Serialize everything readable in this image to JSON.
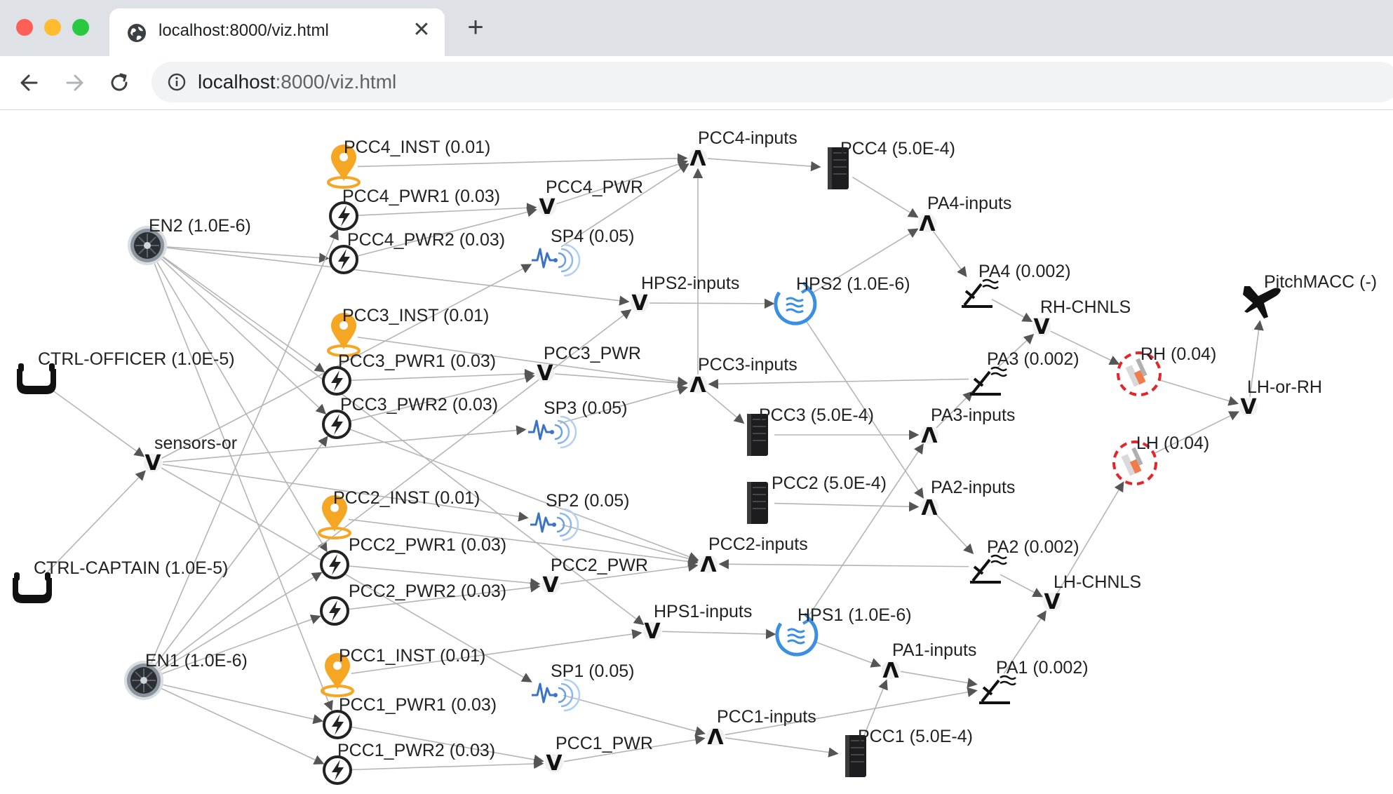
{
  "browser": {
    "tab_title": "localhost:8000/viz.html",
    "url_host": "localhost",
    "url_path": ":8000/viz.html",
    "icons": {
      "favicon": "globe-icon",
      "close": "close-icon",
      "new_tab": "plus-icon",
      "back": "back-arrow-icon",
      "forward": "forward-arrow-icon",
      "reload": "reload-icon",
      "site_info": "info-icon"
    }
  },
  "graph": {
    "nodes": [
      {
        "id": "pcc4_inst",
        "label": "PCC4_INST (0.01)",
        "icon": "pin-icon"
      },
      {
        "id": "pcc4_pwr1",
        "label": "PCC4_PWR1 (0.03)",
        "icon": "lightning-icon"
      },
      {
        "id": "pcc4_pwr2",
        "label": "PCC4_PWR2 (0.03)",
        "icon": "lightning-icon"
      },
      {
        "id": "pcc4_pwr",
        "label": "PCC4_PWR",
        "icon": "or-gate"
      },
      {
        "id": "pcc4_inputs",
        "label": "PCC4-inputs",
        "icon": "and-gate"
      },
      {
        "id": "pcc4",
        "label": "PCC4 (5.0E-4)",
        "icon": "server-icon"
      },
      {
        "id": "pa4_inputs",
        "label": "PA4-inputs",
        "icon": "and-gate"
      },
      {
        "id": "pa4",
        "label": "PA4 (0.002)",
        "icon": "actuator-icon"
      },
      {
        "id": "en2",
        "label": "EN2 (1.0E-6)",
        "icon": "engine-icon"
      },
      {
        "id": "sp4",
        "label": "SP4 (0.05)",
        "icon": "sensor-wave-icon"
      },
      {
        "id": "hps2_inputs",
        "label": "HPS2-inputs",
        "icon": "or-gate"
      },
      {
        "id": "hps2",
        "label": "HPS2 (1.0E-6)",
        "icon": "hydraulic-icon"
      },
      {
        "id": "pitchmacc",
        "label": "PitchMACC (-)",
        "icon": "airplane-icon"
      },
      {
        "id": "rh_chnls",
        "label": "RH-CHNLS",
        "icon": "or-gate"
      },
      {
        "id": "pcc3_inst",
        "label": "PCC3_INST (0.01)",
        "icon": "pin-icon"
      },
      {
        "id": "pcc3_pwr",
        "label": "PCC3_PWR",
        "icon": "or-gate"
      },
      {
        "id": "pcc3_pwr1",
        "label": "PCC3_PWR1 (0.03)",
        "icon": "lightning-icon"
      },
      {
        "id": "pcc3_inputs",
        "label": "PCC3-inputs",
        "icon": "and-gate"
      },
      {
        "id": "pa3",
        "label": "PA3 (0.002)",
        "icon": "actuator-icon"
      },
      {
        "id": "rh",
        "label": "RH (0.04)",
        "icon": "pilot-fail-icon"
      },
      {
        "id": "lh_or_rh",
        "label": "LH-or-RH",
        "icon": "or-gate"
      },
      {
        "id": "ctrl_officer",
        "label": "CTRL-OFFICER (1.0E-5)",
        "icon": "yoke-icon"
      },
      {
        "id": "pcc3_pwr2",
        "label": "PCC3_PWR2 (0.03)",
        "icon": "lightning-icon"
      },
      {
        "id": "sp3",
        "label": "SP3 (0.05)",
        "icon": "sensor-wave-icon"
      },
      {
        "id": "pcc3",
        "label": "PCC3 (5.0E-4)",
        "icon": "server-icon"
      },
      {
        "id": "pa3_inputs",
        "label": "PA3-inputs",
        "icon": "and-gate"
      },
      {
        "id": "sensors_or",
        "label": "sensors-or",
        "icon": "or-gate"
      },
      {
        "id": "lh",
        "label": "LH (0.04)",
        "icon": "pilot-fail-icon"
      },
      {
        "id": "pcc2_inst",
        "label": "PCC2_INST (0.01)",
        "icon": "pin-icon"
      },
      {
        "id": "sp2",
        "label": "SP2 (0.05)",
        "icon": "sensor-wave-icon"
      },
      {
        "id": "pcc2",
        "label": "PCC2 (5.0E-4)",
        "icon": "server-icon"
      },
      {
        "id": "pa2_inputs",
        "label": "PA2-inputs",
        "icon": "and-gate"
      },
      {
        "id": "pcc2_inputs",
        "label": "PCC2-inputs",
        "icon": "and-gate"
      },
      {
        "id": "pa2",
        "label": "PA2 (0.002)",
        "icon": "actuator-icon"
      },
      {
        "id": "pcc2_pwr1",
        "label": "PCC2_PWR1 (0.03)",
        "icon": "lightning-icon"
      },
      {
        "id": "ctrl_captain",
        "label": "CTRL-CAPTAIN (1.0E-5)",
        "icon": "yoke-icon"
      },
      {
        "id": "pcc2_pwr",
        "label": "PCC2_PWR",
        "icon": "or-gate"
      },
      {
        "id": "lh_chnls",
        "label": "LH-CHNLS",
        "icon": "or-gate"
      },
      {
        "id": "pcc2_pwr2",
        "label": "PCC2_PWR2 (0.03)",
        "icon": "lightning-icon"
      },
      {
        "id": "hps1_inputs",
        "label": "HPS1-inputs",
        "icon": "or-gate"
      },
      {
        "id": "hps1",
        "label": "HPS1 (1.0E-6)",
        "icon": "hydraulic-icon"
      },
      {
        "id": "en1",
        "label": "EN1 (1.0E-6)",
        "icon": "engine-icon"
      },
      {
        "id": "pa1_inputs",
        "label": "PA1-inputs",
        "icon": "and-gate"
      },
      {
        "id": "pcc1_inst",
        "label": "PCC1_INST (0.01)",
        "icon": "pin-icon"
      },
      {
        "id": "pa1",
        "label": "PA1 (0.002)",
        "icon": "actuator-icon"
      },
      {
        "id": "sp1",
        "label": "SP1 (0.05)",
        "icon": "sensor-wave-icon"
      },
      {
        "id": "pcc1_pwr1",
        "label": "PCC1_PWR1 (0.03)",
        "icon": "lightning-icon"
      },
      {
        "id": "pcc1_inputs",
        "label": "PCC1-inputs",
        "icon": "and-gate"
      },
      {
        "id": "pcc1",
        "label": "PCC1 (5.0E-4)",
        "icon": "server-icon"
      },
      {
        "id": "pcc1_pwr",
        "label": "PCC1_PWR",
        "icon": "or-gate"
      },
      {
        "id": "pcc1_pwr2",
        "label": "PCC1_PWR2 (0.03)",
        "icon": "lightning-icon"
      }
    ],
    "edges": [
      [
        "pcc4_inst",
        "pcc4_inputs"
      ],
      [
        "pcc4_pwr1",
        "pcc4_pwr"
      ],
      [
        "pcc4_pwr2",
        "pcc4_pwr"
      ],
      [
        "pcc4_pwr",
        "pcc4_inputs"
      ],
      [
        "sp4",
        "pcc4_inputs"
      ],
      [
        "pcc4_inputs",
        "pcc4"
      ],
      [
        "pcc4",
        "pa4_inputs"
      ],
      [
        "hps2",
        "pa4_inputs"
      ],
      [
        "pa4_inputs",
        "pa4"
      ],
      [
        "pa4",
        "rh_chnls"
      ],
      [
        "pcc3_inputs",
        "pcc4_inputs"
      ],
      [
        "en2",
        "pcc4_pwr2"
      ],
      [
        "en2",
        "hps2_inputs"
      ],
      [
        "en2",
        "pcc3_pwr1"
      ],
      [
        "en2",
        "pcc3_pwr2"
      ],
      [
        "en2",
        "pcc2_pwr1"
      ],
      [
        "en2",
        "pcc1_pwr1"
      ],
      [
        "en2",
        "hps1_inputs"
      ],
      [
        "en1",
        "pcc4_pwr1"
      ],
      [
        "en1",
        "pcc3_pwr2"
      ],
      [
        "en1",
        "pcc2_pwr1"
      ],
      [
        "en1",
        "pcc2_pwr2"
      ],
      [
        "en1",
        "pcc1_pwr1"
      ],
      [
        "en1",
        "pcc1_pwr2"
      ],
      [
        "en1",
        "hps2_inputs"
      ],
      [
        "hps2_inputs",
        "hps2"
      ],
      [
        "hps1_inputs",
        "hps1"
      ],
      [
        "hps2",
        "pa2_inputs"
      ],
      [
        "hps1",
        "pa3_inputs"
      ],
      [
        "hps1",
        "pa1_inputs"
      ],
      [
        "pcc3_inst",
        "pcc3_inputs"
      ],
      [
        "pcc3_pwr1",
        "pcc3_pwr"
      ],
      [
        "pcc3_pwr2",
        "pcc3_pwr"
      ],
      [
        "pcc3_pwr",
        "pcc3_inputs"
      ],
      [
        "sp3",
        "pcc3_inputs"
      ],
      [
        "pcc3_inputs",
        "pcc3"
      ],
      [
        "pcc3",
        "pa3_inputs"
      ],
      [
        "pa3_inputs",
        "pa3"
      ],
      [
        "pa3",
        "rh_chnls"
      ],
      [
        "pa3",
        "pcc3_inputs"
      ],
      [
        "rh_chnls",
        "rh"
      ],
      [
        "rh",
        "lh_or_rh"
      ],
      [
        "lh",
        "lh_or_rh"
      ],
      [
        "lh_or_rh",
        "pitchmacc"
      ],
      [
        "ctrl_officer",
        "sensors_or"
      ],
      [
        "ctrl_captain",
        "sensors_or"
      ],
      [
        "sensors_or",
        "sp4"
      ],
      [
        "sensors_or",
        "sp3"
      ],
      [
        "sensors_or",
        "sp2"
      ],
      [
        "sensors_or",
        "sp1"
      ],
      [
        "pcc2_inst",
        "pcc2_inputs"
      ],
      [
        "pcc2_pwr1",
        "pcc2_pwr"
      ],
      [
        "pcc2_pwr2",
        "pcc2_pwr"
      ],
      [
        "pcc2_pwr",
        "pcc2_inputs"
      ],
      [
        "sp2",
        "pcc2_inputs"
      ],
      [
        "pcc2",
        "pa2_inputs"
      ],
      [
        "pa2_inputs",
        "pa2"
      ],
      [
        "pa2",
        "lh_chnls"
      ],
      [
        "pa2",
        "pcc2_inputs"
      ],
      [
        "lh_chnls",
        "lh"
      ],
      [
        "pcc1_inst",
        "hps1_inputs"
      ],
      [
        "pcc1_pwr1",
        "pcc1_pwr"
      ],
      [
        "pcc1_pwr2",
        "pcc1_pwr"
      ],
      [
        "pcc1_pwr",
        "pcc1_inputs"
      ],
      [
        "sp1",
        "pcc1_inputs"
      ],
      [
        "pcc1_inputs",
        "pcc1"
      ],
      [
        "pcc1_inputs",
        "pa1"
      ],
      [
        "pcc1",
        "pa1_inputs"
      ],
      [
        "pa1_inputs",
        "pa1"
      ],
      [
        "pa1",
        "lh_chnls"
      ],
      [
        "pcc3_pwr2",
        "pcc2_inputs"
      ]
    ]
  }
}
